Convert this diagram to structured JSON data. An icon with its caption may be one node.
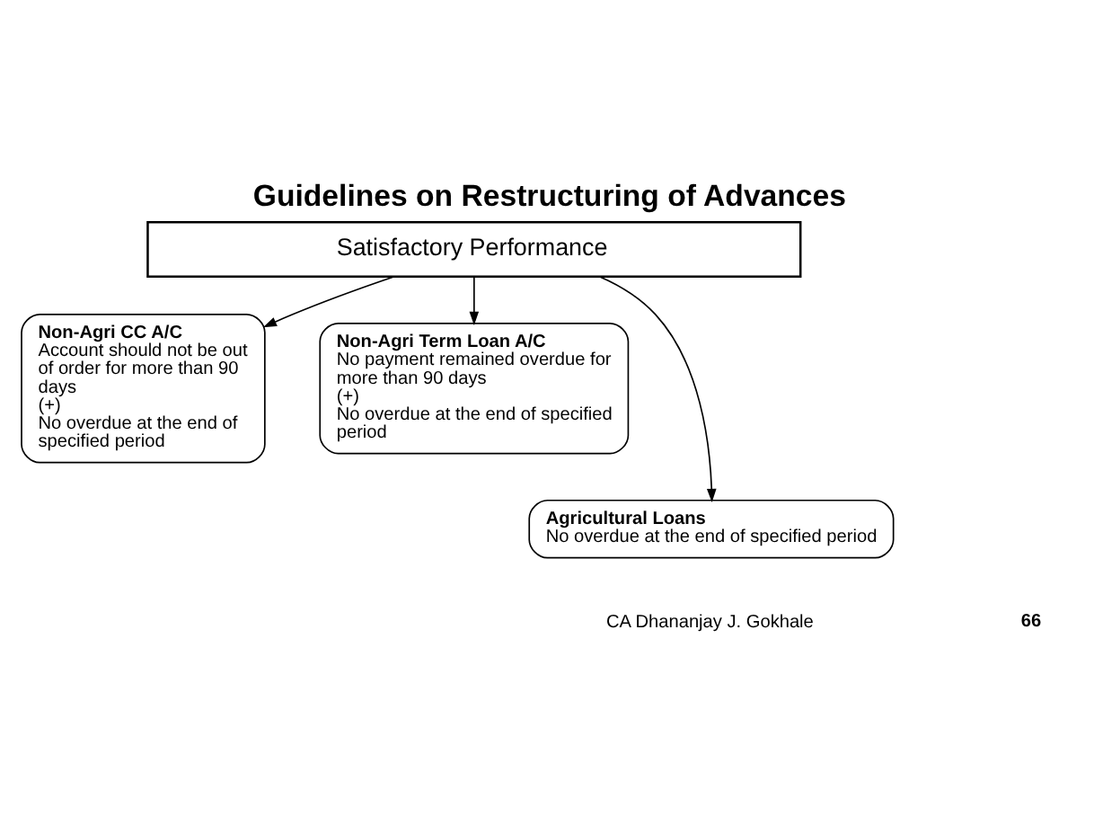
{
  "diagram": {
    "title": "Guidelines on Restructuring of Advances",
    "nodes": [
      {
        "text": [
          "Satisfactory Performance"
        ]
      },
      {
        "text": [
          "Non-Agri CC A/C",
          "Account should not be out of order for more than 90 days",
          "(+)",
          "No overdue at the end of specified period"
        ]
      },
      {
        "text": [
          "Non-Agri Term Loan A/C",
          "No payment remained overdue for more than 90 days",
          "(+)",
          "No overdue at the end of specified period"
        ]
      },
      {
        "text": [
          "Agricultural Loans",
          "No overdue at the end of specified period"
        ]
      }
    ],
    "edges": [
      {
        "from": 0,
        "to": 1,
        "arrow": "to"
      },
      {
        "from": 0,
        "to": 2,
        "arrow": "to"
      },
      {
        "from": 0,
        "to": 3,
        "arrow": "to"
      }
    ],
    "labels": [
      "CA Dhananjay J. Gokhale",
      "66"
    ]
  }
}
